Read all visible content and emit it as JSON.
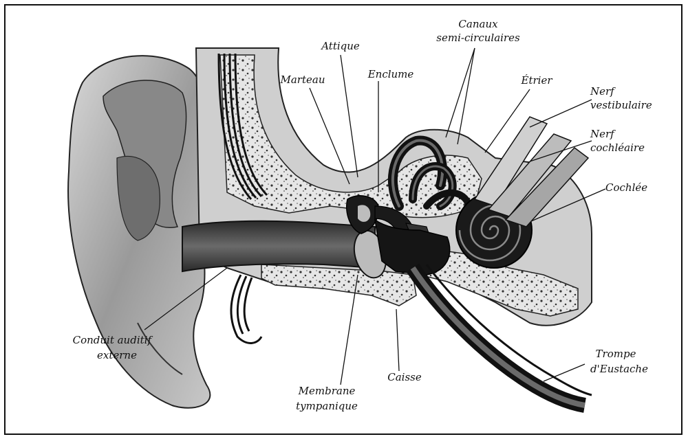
{
  "labels": {
    "attique": "Attique",
    "canaux_line1": "Canaux",
    "canaux_line2": "semi-circulaires",
    "marteau": "Marteau",
    "enclume": "Enclume",
    "etrier": "Étrier",
    "nerf_vest_line1": "Nerf",
    "nerf_vest_line2": "vestibulaire",
    "nerf_coch_line1": "Nerf",
    "nerf_coch_line2": "cochléaire",
    "cochlee": "Cochlée",
    "conduit_line1": "Conduit auditif",
    "conduit_line2": "externe",
    "membrane_line1": "Membrane",
    "membrane_line2": "tympanique",
    "caisse": "Caisse",
    "trompe_line1": "Trompe",
    "trompe_line2": "d'Eustache"
  }
}
